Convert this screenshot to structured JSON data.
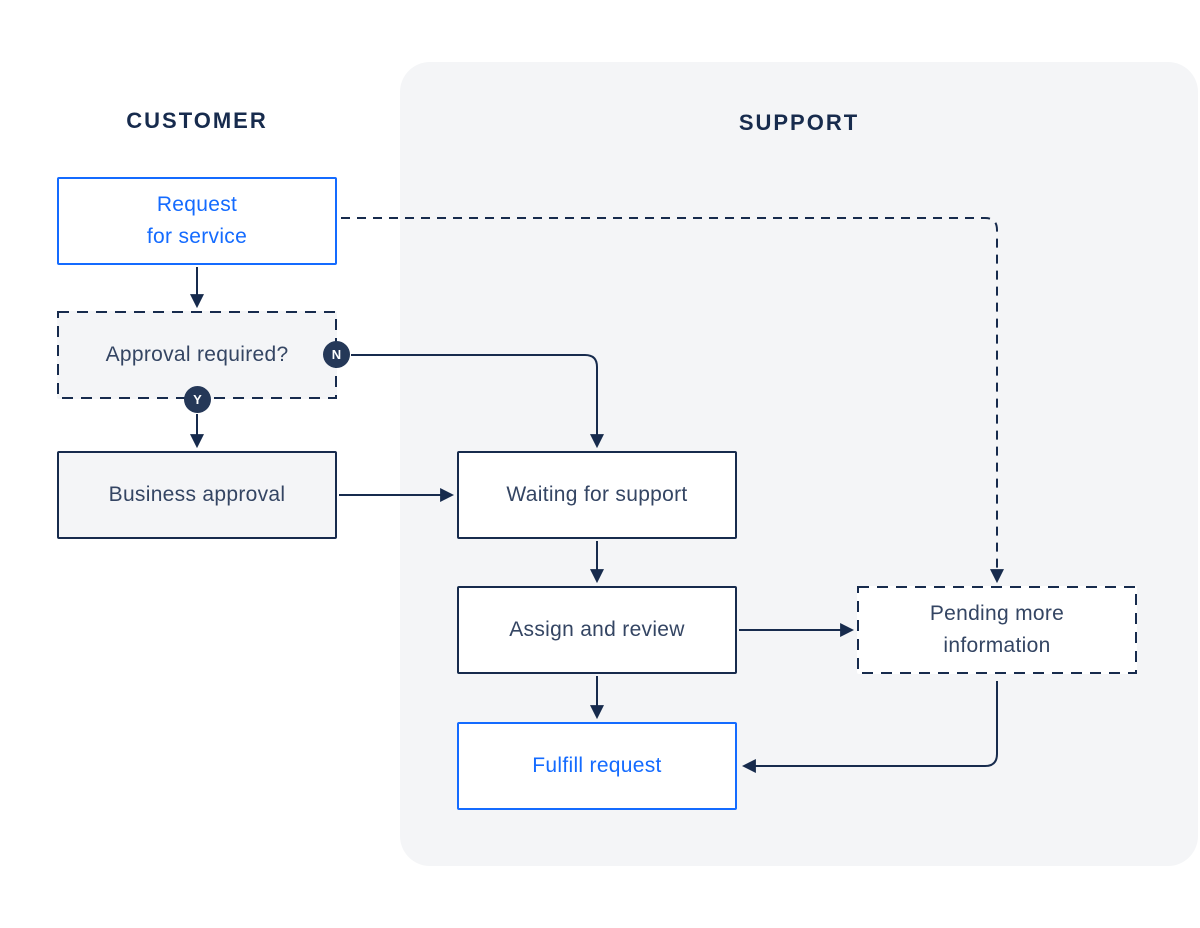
{
  "diagram": {
    "title_implicit": "Service request workflow",
    "lanes": [
      {
        "id": "customer",
        "title": "CUSTOMER"
      },
      {
        "id": "support",
        "title": "SUPPORT"
      }
    ],
    "nodes": {
      "request_for_service": {
        "label": "Request\nfor service",
        "lane": "customer",
        "style": "solid-blue"
      },
      "approval_required": {
        "label": "Approval required?",
        "lane": "customer",
        "style": "dashed-gray"
      },
      "business_approval": {
        "label": "Business approval",
        "lane": "customer",
        "style": "solid-gray"
      },
      "waiting_for_support": {
        "label": "Waiting for support",
        "lane": "support",
        "style": "solid-white"
      },
      "assign_and_review": {
        "label": "Assign and review",
        "lane": "support",
        "style": "solid-white"
      },
      "pending_more_information": {
        "label": "Pending more\ninformation",
        "lane": "support",
        "style": "dashed-white"
      },
      "fulfill_request": {
        "label": "Fulfill request",
        "lane": "support",
        "style": "solid-blue"
      }
    },
    "decision_badges": {
      "no": "N",
      "yes": "Y"
    },
    "edges": [
      {
        "from": "request_for_service",
        "to": "approval_required",
        "style": "solid"
      },
      {
        "from": "request_for_service",
        "to": "pending_more_information",
        "style": "dashed"
      },
      {
        "from": "approval_required",
        "to": "business_approval",
        "label": "Y",
        "style": "solid"
      },
      {
        "from": "approval_required",
        "to": "waiting_for_support",
        "label": "N",
        "style": "solid"
      },
      {
        "from": "business_approval",
        "to": "waiting_for_support",
        "style": "solid"
      },
      {
        "from": "waiting_for_support",
        "to": "assign_and_review",
        "style": "solid"
      },
      {
        "from": "assign_and_review",
        "to": "pending_more_information",
        "style": "solid"
      },
      {
        "from": "assign_and_review",
        "to": "fulfill_request",
        "style": "solid"
      },
      {
        "from": "pending_more_information",
        "to": "fulfill_request",
        "style": "solid"
      }
    ],
    "colors": {
      "accent_blue": "#146BFF",
      "navy": "#172B4D",
      "label_slate": "#344563",
      "badge_navy": "#253858",
      "lane_panel_gray": "#F4F5F7"
    }
  }
}
